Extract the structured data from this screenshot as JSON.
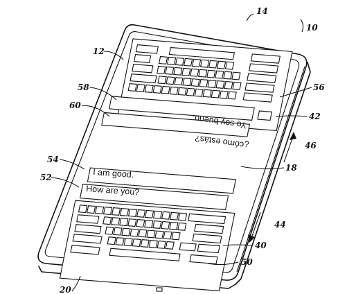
{
  "messages": {
    "top_received": "Yo soy bueno.",
    "top_sent": "¿cómo estás?",
    "bottom_received": "I am good.",
    "bottom_sent": "How are you?"
  },
  "reference_numerals": {
    "r10": "10",
    "r12": "12",
    "r14": "14",
    "r18": "18",
    "r20": "20",
    "r40": "40",
    "r42": "42",
    "r44": "44",
    "r46": "46",
    "r50": "50",
    "r52": "52",
    "r54": "54",
    "r56": "56",
    "r58": "58",
    "r60": "60"
  }
}
